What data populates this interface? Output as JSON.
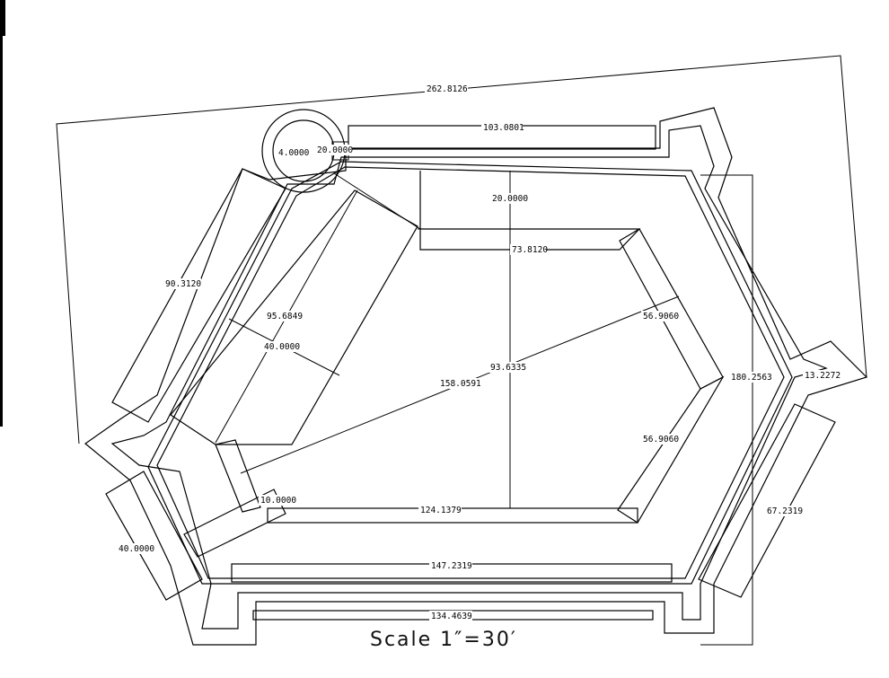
{
  "drawing": {
    "scale_label": "Scale 1″=30′",
    "dimensions": {
      "property_top": "262.8126",
      "top_wall": "103.0801",
      "circle_radius": "4.0000",
      "circle_offset": "20.0000",
      "court_top_offset": "20.0000",
      "court_top": "73.8120",
      "left_upper_wall": "90.3120",
      "left_diag_long": "95.6849",
      "left_diag_width": "40.0000",
      "diagonal": "158.0591",
      "court_height": "93.6335",
      "right_upper_diag": "56.9060",
      "right_lower_diag": "56.9060",
      "right_height": "180.2563",
      "right_corner": "13.2272",
      "right_lower_wall": "67.2319",
      "left_lower_offset": "10.0000",
      "court_bottom": "124.1379",
      "left_lower_wall": "40.0000",
      "bottom_inner": "147.2319",
      "bottom_outer": "134.4639"
    }
  }
}
